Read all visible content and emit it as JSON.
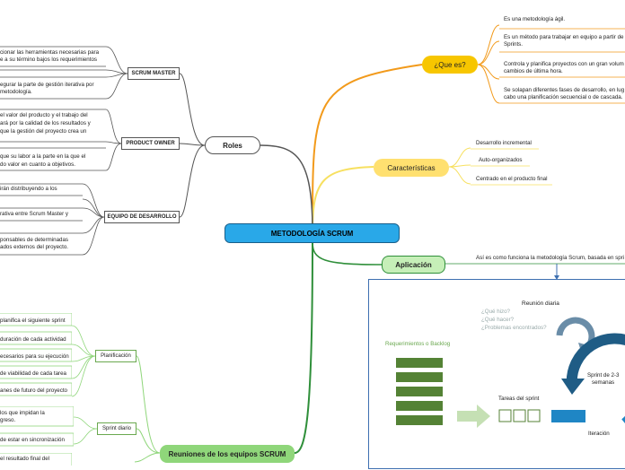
{
  "central": {
    "title": "METODOLOGÍA SCRUM"
  },
  "que_es": {
    "label": "¿Que es?",
    "items": [
      "Es una metodología ágil.",
      "Es un método para trabajar en equipo a partir de",
      "Sprints.",
      "Controla y planifica proyectos con un gran volum",
      "cambios de última hora.",
      "Se solapan diferentes fases de desarrollo, en lug",
      "cabo una planificación secuencial o de cascada."
    ]
  },
  "caracteristicas": {
    "label": "Características",
    "items": [
      "Desarrollo incremental",
      "Auto-organizados",
      "Centrado en el producto final"
    ]
  },
  "aplicacion": {
    "label": "Aplicación",
    "description": "Así es como funciona la metodología Scrum, basada en spri"
  },
  "roles": {
    "label": "Roles",
    "scrum_master": {
      "label": "SCRUM MASTER",
      "texts": [
        "cionar las herramientas necesarias para",
        "e a su término bajos los requerimientos",
        "egurar la parte de gestión iterativa por",
        "metodología."
      ]
    },
    "product_owner": {
      "label": "PRODUCT OWNER",
      "texts": [
        "el valor del producto y el trabajo del",
        "ará por la calidad de los resultados y",
        "que la gestión del proyecto crea un",
        "que su labor a la parte en la que el",
        "do valor en cuanto a objetivos."
      ]
    },
    "equipo": {
      "label": "EQUIPO DE DESARROLLO",
      "texts": [
        "irán distribuyendo a los",
        "rativa entre Scrum Master y",
        "ponsables de determinadas",
        "ados externos del proyecto."
      ]
    }
  },
  "reuniones": {
    "label": "Reuniones de los equipos SCRUM",
    "planificacion": {
      "label": "Planificación",
      "items": [
        "planifica el siguiente sprint",
        "duración de cada actividad",
        "ecesarios para su ejecución",
        "de viabilidad de cada tarea",
        "anes de futuro del proyecto"
      ]
    },
    "sprint_diario": {
      "label": "Sprint diario",
      "items": [
        "los que impidan la",
        "greso.",
        "de estar en sincronización"
      ]
    },
    "revision": {
      "items": [
        "el resultado final del"
      ]
    }
  },
  "diagram": {
    "reunion_diaria": "Reunión diaria",
    "questions": [
      "¿Qué hizo?",
      "¿Qué hacer?",
      "¿Problemas encontrados?"
    ],
    "requerimientos": "Requerimientos o Backlog",
    "tareas": "Tareas del sprint",
    "sprint_label": [
      "Sprint de 2-3",
      "semanas"
    ],
    "iteracion": "Iteración"
  },
  "colors": {
    "central": "#29a8e8",
    "que_es": "#f7c600",
    "caracteristicas": "#ffe070",
    "aplicacion": "#c6efb8",
    "roles": "#555555",
    "reuniones": "#8fd67a",
    "panel_border": "#3d6fb0"
  }
}
